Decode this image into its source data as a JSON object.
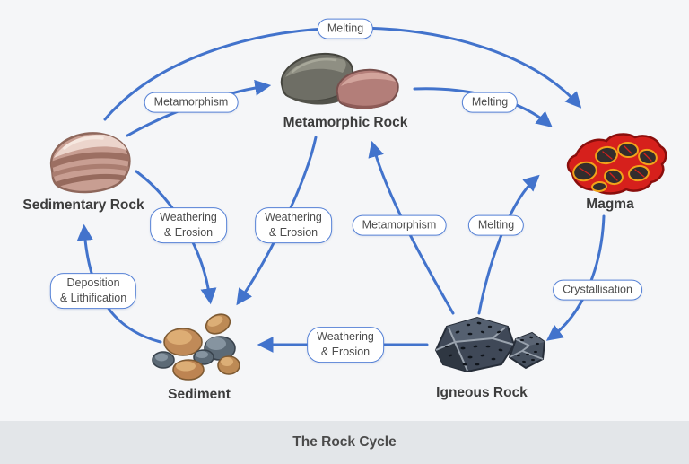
{
  "title": "The Rock Cycle",
  "palette": {
    "background": "#f5f6f8",
    "footer_background": "#e3e6e9",
    "arrow_blue": "#4273cc",
    "pill_border_blue": "#5581d6",
    "pill_background": "#ffffff",
    "pill_text": "#4c4c4c",
    "node_label_text": "#3c3c3c"
  },
  "diagram": {
    "nodes": [
      {
        "label": "Sedimentary Rock"
      },
      {
        "label": "Metamorphic Rock"
      },
      {
        "label": "Magma"
      },
      {
        "label": "Sediment"
      },
      {
        "label": "Igneous Rock"
      }
    ],
    "processes": [
      {
        "label": "Melting",
        "from": "Sedimentary Rock",
        "to": "Magma"
      },
      {
        "label": "Metamorphism",
        "from": "Sedimentary Rock",
        "to": "Metamorphic Rock"
      },
      {
        "label": "Melting",
        "from": "Metamorphic Rock",
        "to": "Magma"
      },
      {
        "label": "Weathering\n& Erosion",
        "from": "Sedimentary Rock",
        "to": "Sediment"
      },
      {
        "label": "Weathering\n& Erosion",
        "from": "Metamorphic Rock",
        "to": "Sediment"
      },
      {
        "label": "Metamorphism",
        "from": "Igneous Rock",
        "to": "Metamorphic Rock"
      },
      {
        "label": "Melting",
        "from": "Igneous Rock",
        "to": "Magma"
      },
      {
        "label": "Deposition\n& Lithification",
        "from": "Sediment",
        "to": "Sedimentary Rock"
      },
      {
        "label": "Crystallisation",
        "from": "Magma",
        "to": "Igneous Rock"
      },
      {
        "label": "Weathering\n& Erosion",
        "from": "Igneous Rock",
        "to": "Sediment"
      }
    ]
  }
}
